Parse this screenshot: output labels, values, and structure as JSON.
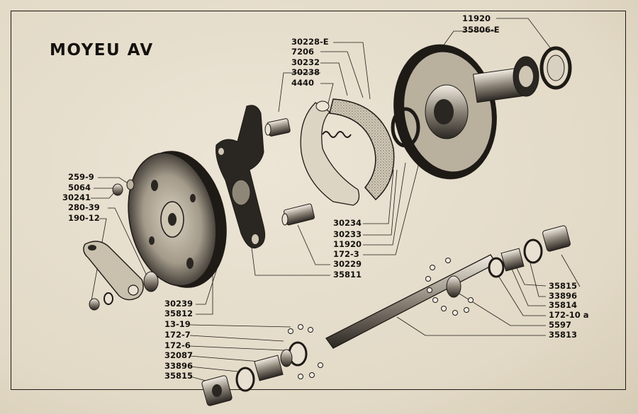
{
  "title": "MOYEU   AV",
  "labels": {
    "l11920_top": "11920",
    "l35806e": "35806-E",
    "l30228e": "30228-E",
    "l7206": "7206",
    "l30232": "30232",
    "l30238": "30238",
    "l4440": "4440",
    "l259_9": "259-9",
    "l5064": "5064",
    "l30241": "30241",
    "l280_39": "280-39",
    "l190_12": "190-12",
    "l30234": "30234",
    "l30233": "30233",
    "l11920_mid": "11920",
    "l172_3": "172-3",
    "l30229": "30229",
    "l35811": "35811",
    "l30239": "30239",
    "l35812": "35812",
    "l13_19": "13-19",
    "l172_7": "172-7",
    "l172_6": "172-6",
    "l32087": "32087",
    "l33896_left": "33896",
    "l35815_left": "35815",
    "l35815_right": "35815",
    "l33896_right": "33896",
    "l35814": "35814",
    "l172_10a": "172-10 a",
    "l5597": "5597",
    "l35813": "35813"
  }
}
